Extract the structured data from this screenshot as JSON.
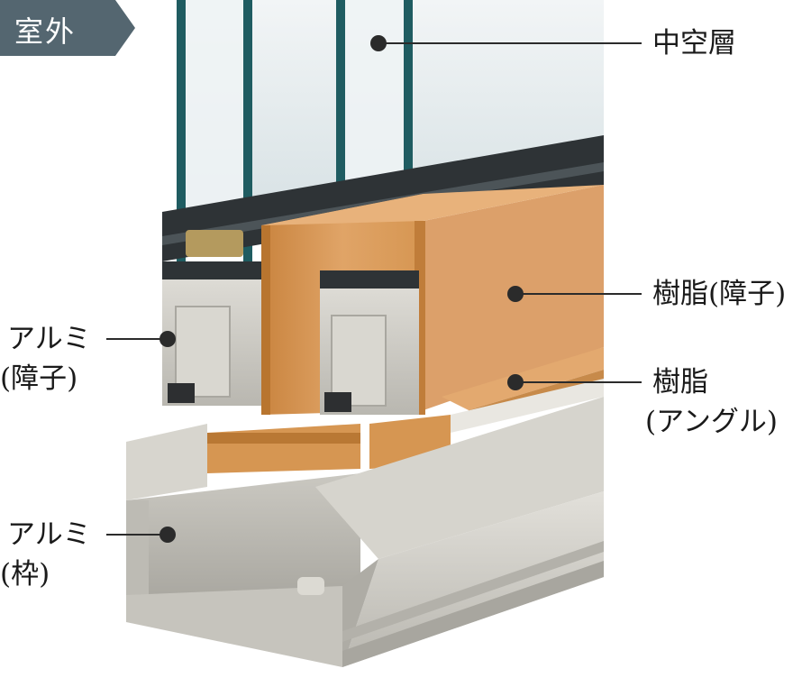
{
  "badge": {
    "text": "室外",
    "color": "#546670"
  },
  "labels": {
    "hollow_layer": "中空層",
    "resin_sash": "樹脂(障子)",
    "resin_angle_line1": "樹脂",
    "resin_angle_line2": "(アングル)",
    "alu_sash_line1": "アルミ",
    "alu_sash_line2": "(障子)",
    "alu_frame_line1": "アルミ",
    "alu_frame_line2": "(枠)"
  },
  "colors": {
    "resin": "#d99a5a",
    "aluminum": "#cfcdc6",
    "glass_edge": "#1f5c61",
    "glass": "#e8eef0",
    "marker": "#2b2b2b"
  }
}
